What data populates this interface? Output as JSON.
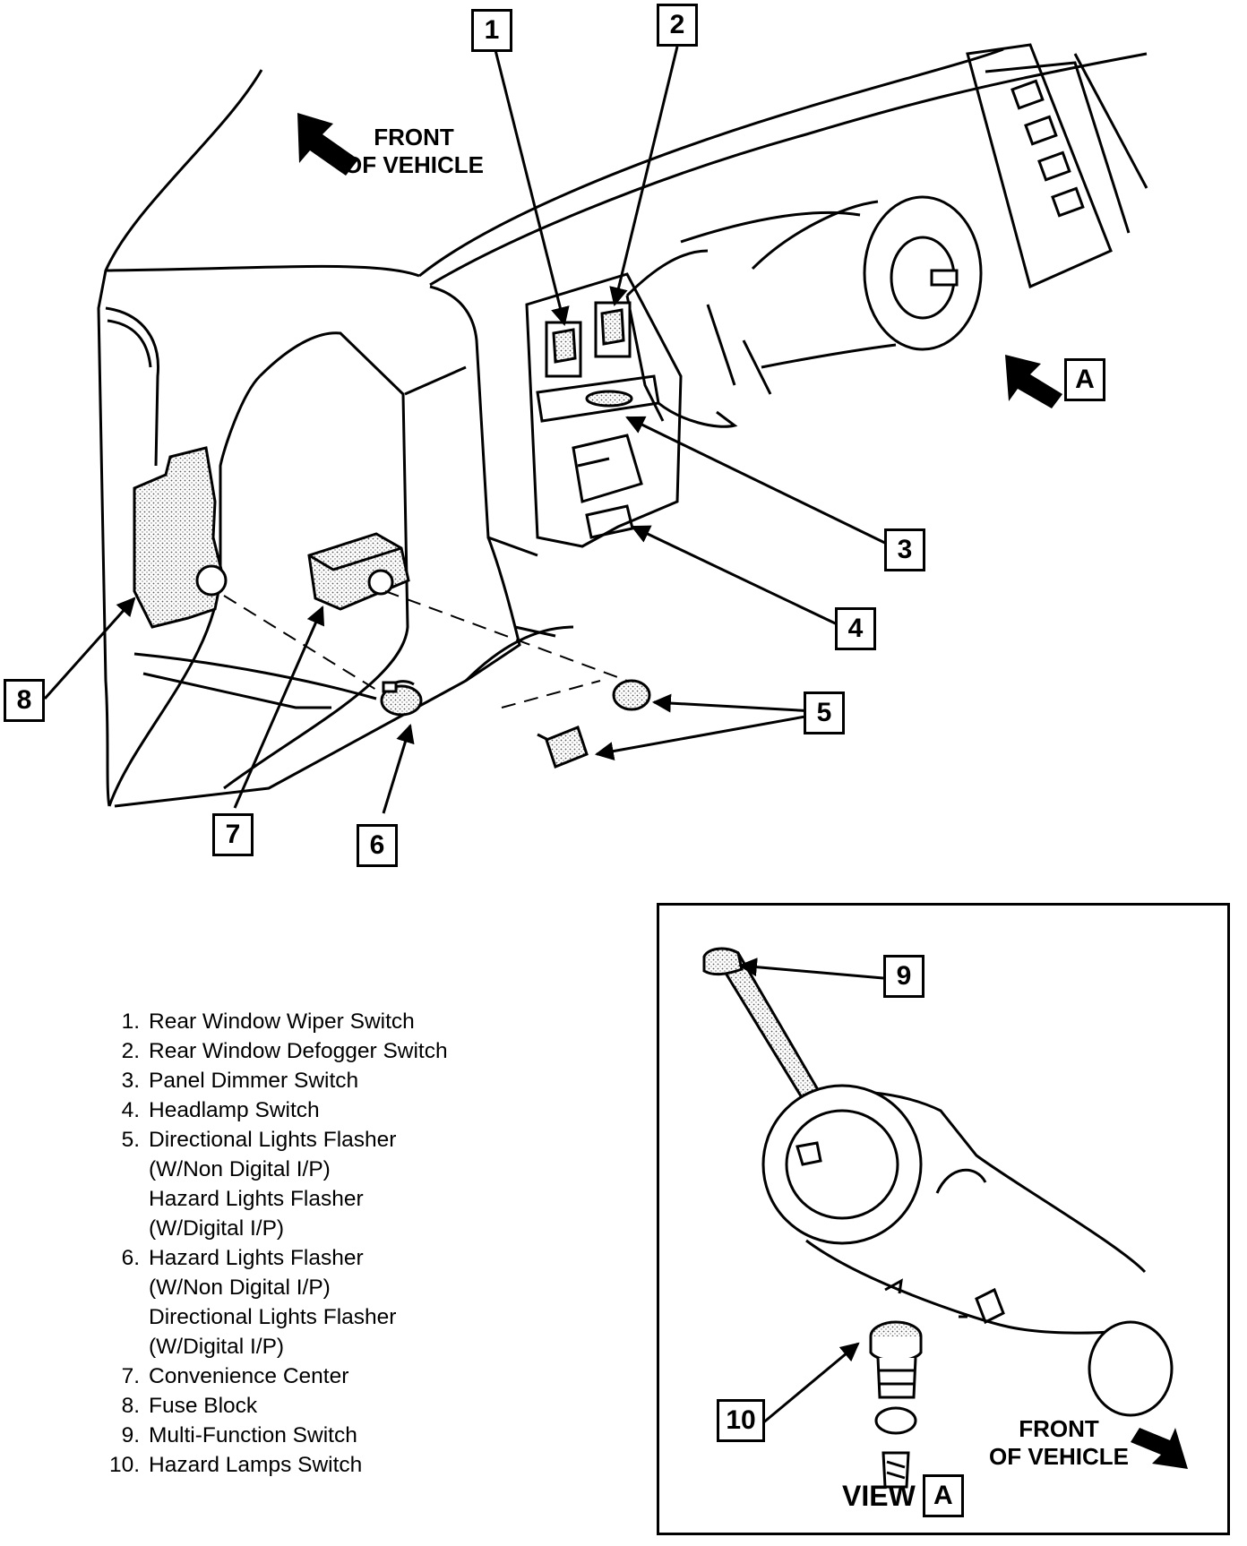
{
  "callouts": {
    "c1": "1",
    "c2": "2",
    "c3": "3",
    "c4": "4",
    "c5": "5",
    "c6": "6",
    "c7": "7",
    "c8": "8",
    "c9": "9",
    "c10": "10",
    "cA": "A"
  },
  "front_label_top": "FRONT\nOF VEHICLE",
  "front_label_view": "FRONT\nOF VEHICLE",
  "view_title": {
    "word": "VIEW",
    "letter": "A"
  },
  "legend": [
    {
      "num": "1.",
      "text": "Rear Window Wiper Switch"
    },
    {
      "num": "2.",
      "text": "Rear Window Defogger Switch"
    },
    {
      "num": "3.",
      "text": "Panel Dimmer Switch"
    },
    {
      "num": "4.",
      "text": "Headlamp Switch"
    },
    {
      "num": "5.",
      "text": "Directional Lights Flasher\n(W/Non Digital I/P)\nHazard Lights Flasher\n(W/Digital I/P)"
    },
    {
      "num": "6.",
      "text": "Hazard Lights Flasher\n(W/Non Digital I/P)\nDirectional Lights Flasher\n(W/Digital I/P)"
    },
    {
      "num": "7.",
      "text": "Convenience Center"
    },
    {
      "num": "8.",
      "text": "Fuse Block"
    },
    {
      "num": "9.",
      "text": "Multi-Function Switch"
    },
    {
      "num": "10.",
      "text": "Hazard Lamps Switch"
    }
  ]
}
